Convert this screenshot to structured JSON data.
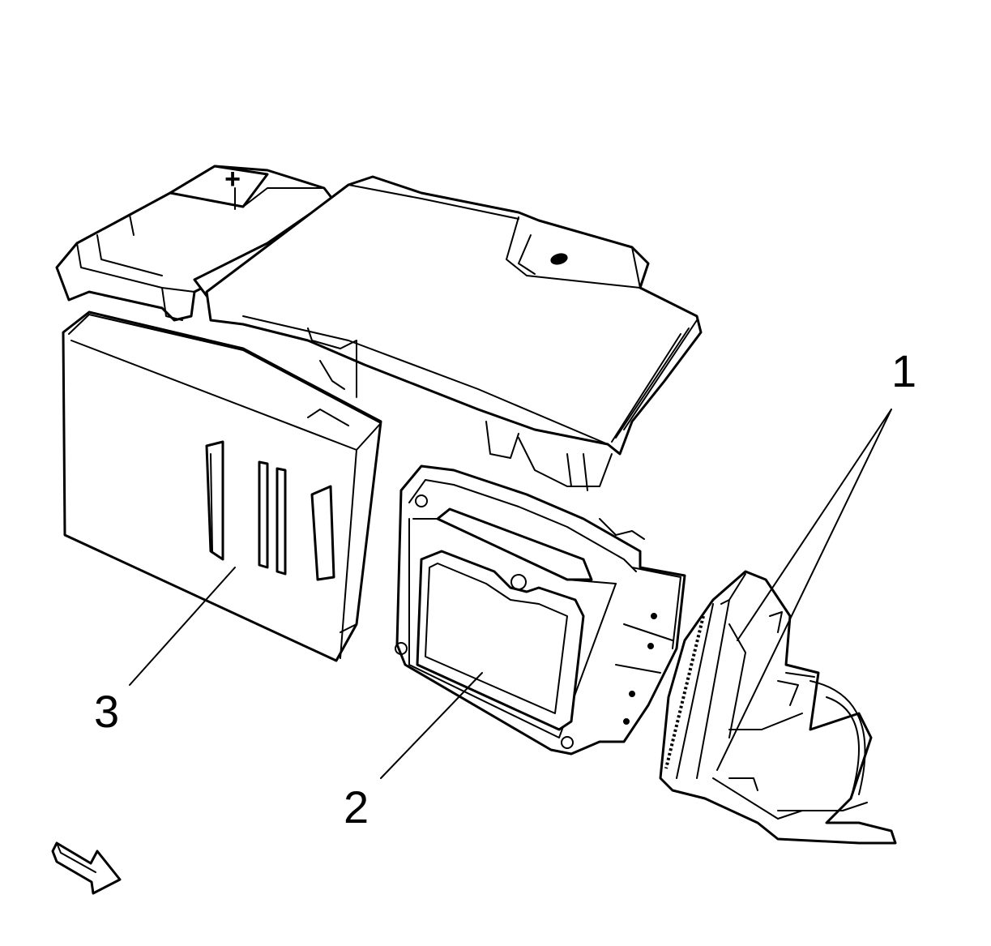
{
  "diagram": {
    "callouts": [
      {
        "id": "1",
        "label": "1"
      },
      {
        "id": "2",
        "label": "2"
      },
      {
        "id": "3",
        "label": "3"
      }
    ],
    "battery_symbol": "+",
    "parts": {
      "connector_harness": "harness-connector",
      "control_module": "control-module",
      "cover": "module-cover",
      "battery": "battery",
      "tray": "battery-tray"
    },
    "arrow_icon": "direction-arrow-icon",
    "colors": {
      "line": "#000000",
      "background": "#ffffff"
    }
  }
}
